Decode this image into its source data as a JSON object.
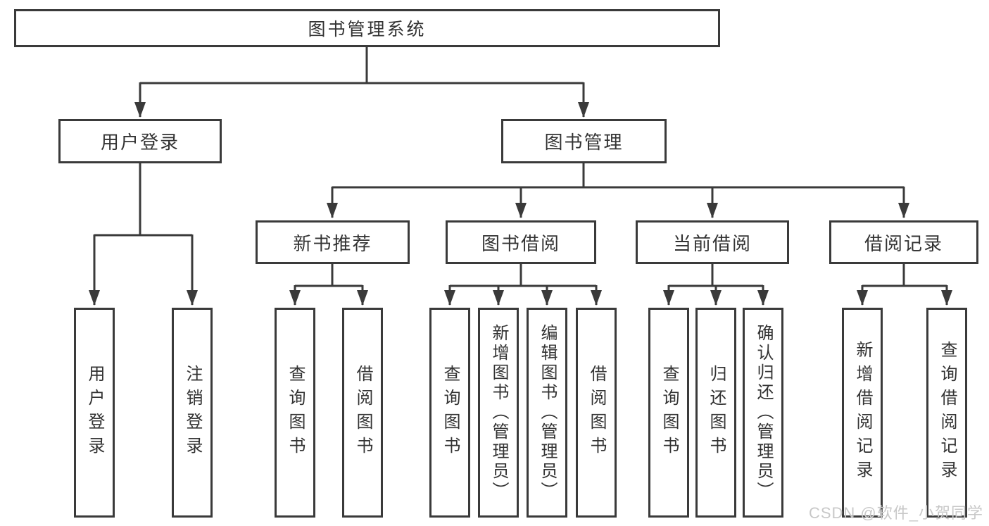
{
  "nodes": {
    "root": "图书管理系统",
    "userLogin": "用户登录",
    "bookMgmt": "图书管理",
    "newBookRec": "新书推荐",
    "bookBorrow": "图书借阅",
    "currentBorrow": "当前借阅",
    "borrowRecords": "借阅记录",
    "leafUserLogin": "用户登录",
    "leafLogout": "注销登录",
    "leafNbQuery": "查询图书",
    "leafNbBorrow": "借阅图书",
    "leafBbQuery": "查询图书",
    "leafBbAdd": "新增图书（管理员）",
    "leafBbEdit": "编辑图书（管理员）",
    "leafBbBorrow": "借阅图书",
    "leafCbQuery": "查询图书",
    "leafCbReturn": "归还图书",
    "leafCbConfirm": "确认归还（管理员）",
    "leafBrAdd": "新增借阅记录",
    "leafBrQuery": "查询借阅记录"
  },
  "hierarchy": {
    "图书管理系统": {
      "用户登录": [
        "用户登录",
        "注销登录"
      ],
      "图书管理": {
        "新书推荐": [
          "查询图书",
          "借阅图书"
        ],
        "图书借阅": [
          "查询图书",
          "新增图书（管理员）",
          "编辑图书（管理员）",
          "借阅图书"
        ],
        "当前借阅": [
          "查询图书",
          "归还图书",
          "确认归还（管理员）"
        ],
        "借阅记录": [
          "新增借阅记录",
          "查询借阅记录"
        ]
      }
    }
  },
  "watermark": "CSDN @软件_小贺同学",
  "colors": {
    "line": "#3a3a3a",
    "text": "#333333",
    "box_background": "#ffffff",
    "page_background": "#ffffff",
    "watermark": "#c8c8c8"
  }
}
